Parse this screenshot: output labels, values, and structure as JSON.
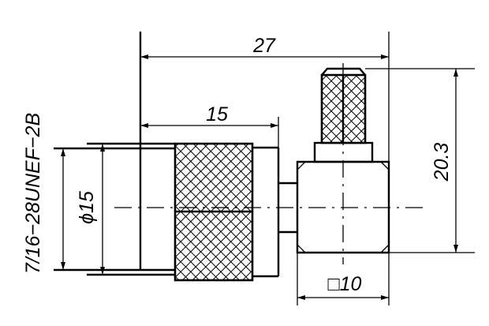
{
  "drawing": {
    "dimensions": {
      "overall_length": "27",
      "body_length": "15",
      "height": "20.3",
      "square_size": "□10",
      "diameter": "ϕ15",
      "thread": "7/16−28UNEF−2B"
    },
    "colors": {
      "line": "#000000",
      "background": "#ffffff"
    }
  }
}
